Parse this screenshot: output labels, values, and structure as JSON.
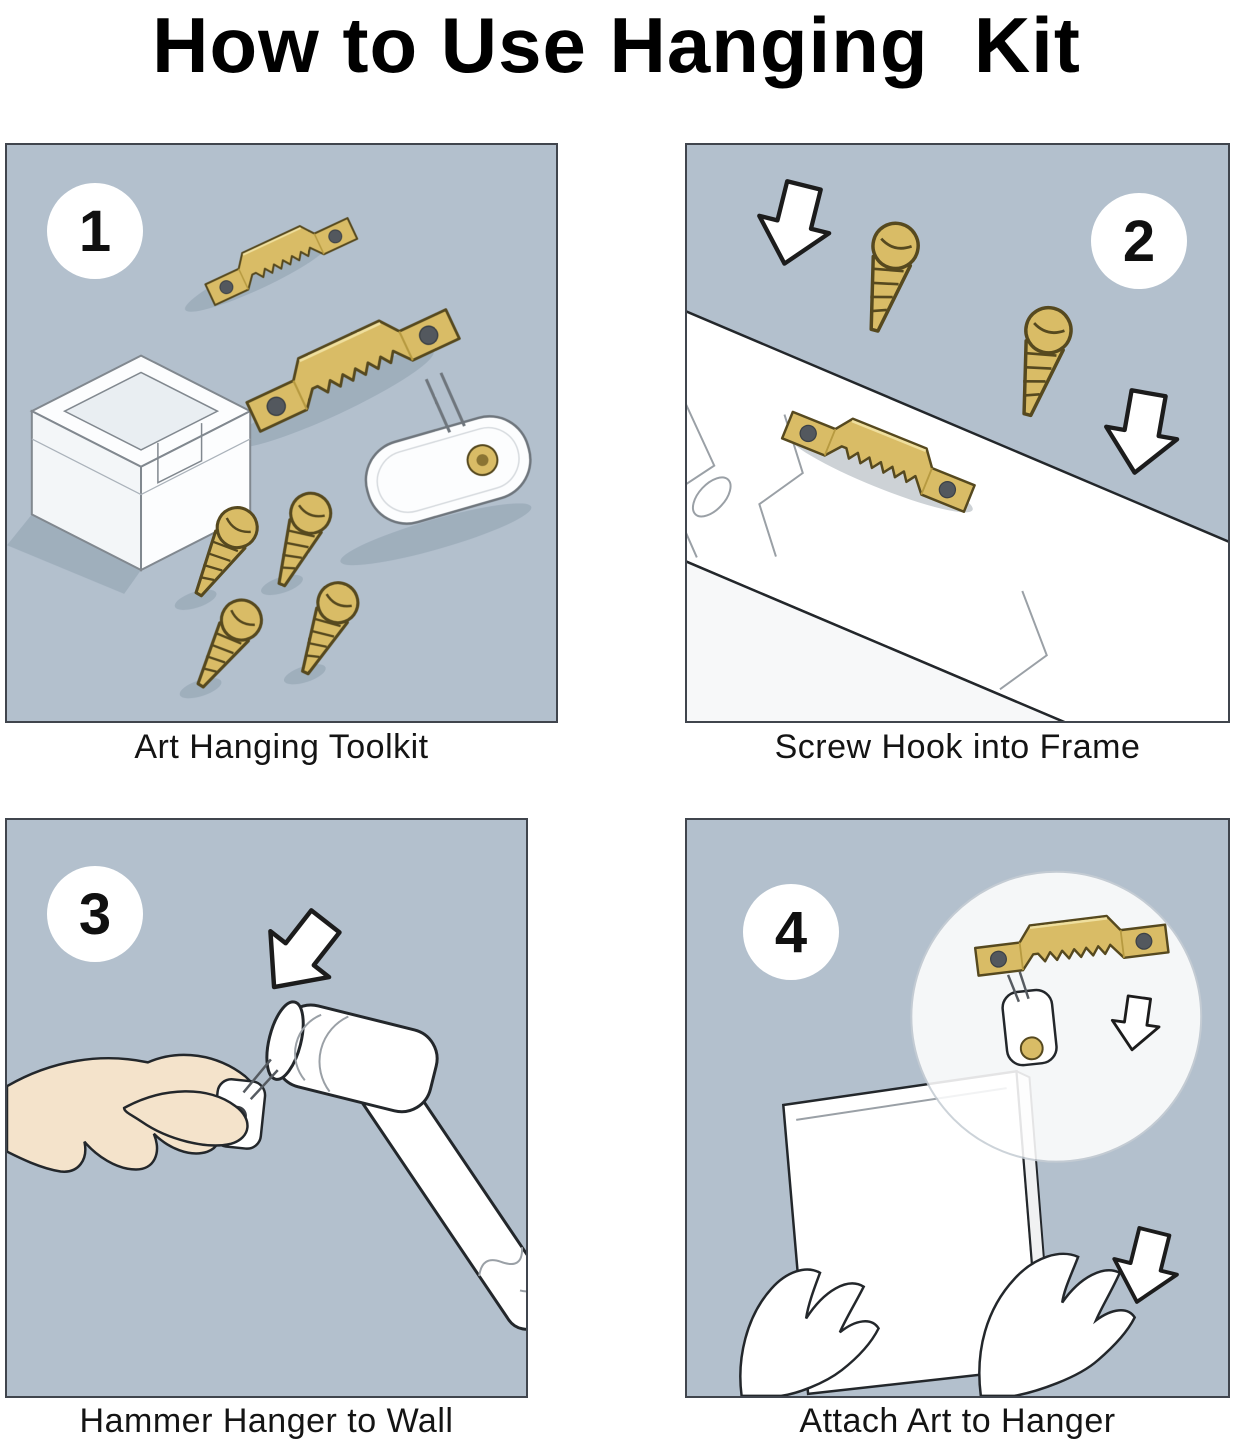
{
  "title": "How to Use Hanging  Kit",
  "colors": {
    "panel_background": "#b3c0cd",
    "brass": "#d9bc66",
    "skin": "#f4e3cb",
    "outline": "#23272b",
    "shadow": "#8fa0b0"
  },
  "steps": [
    {
      "number": "1",
      "caption": "Art Hanging Toolkit"
    },
    {
      "number": "2",
      "caption": "Screw Hook into Frame"
    },
    {
      "number": "3",
      "caption": "Hammer Hanger to Wall"
    },
    {
      "number": "4",
      "caption": "Attach Art to Hanger"
    }
  ]
}
